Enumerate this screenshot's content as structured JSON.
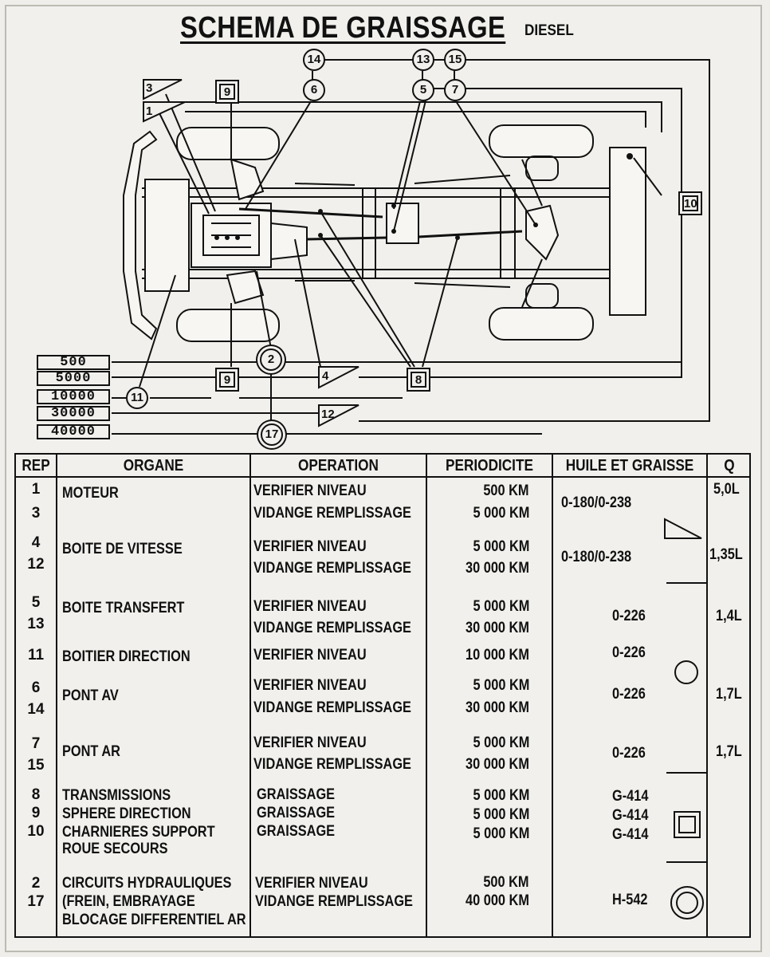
{
  "title": "SCHEMA DE GRAISSAGE",
  "subtitle": "DIESEL",
  "intervals": [
    "500",
    "5000",
    "10000",
    "30000",
    "40000"
  ],
  "callouts": {
    "c14": "14",
    "c13": "13",
    "c15": "15",
    "c6": "6",
    "c5": "5",
    "c7": "7",
    "c2": "2",
    "c11": "11",
    "c17": "17",
    "s9a": "9",
    "s9b": "9",
    "s10": "10",
    "s8": "8",
    "t3": "3",
    "t1": "1",
    "t4": "4",
    "t12": "12"
  },
  "table": {
    "headers": [
      "REP",
      "ORGANE",
      "OPERATION",
      "PERIODICITE",
      "HUILE ET GRAISSE",
      "Q"
    ],
    "rows": [
      {
        "rep": [
          "1",
          "3"
        ],
        "organe": [
          "MOTEUR"
        ],
        "ops": [
          "VERIFIER NIVEAU",
          "VIDANGE REMPLISSAGE"
        ],
        "per": [
          "500  KM",
          "5 000  KM"
        ],
        "huile": "0-180/0-238",
        "q": "5,0L"
      },
      {
        "rep": [
          "4",
          "12"
        ],
        "organe": [
          "BOITE DE VITESSE"
        ],
        "ops": [
          "VERIFIER NIVEAU",
          "VIDANGE REMPLISSAGE"
        ],
        "per": [
          "5 000  KM",
          "30 000  KM"
        ],
        "huile": "0-180/0-238",
        "q": "1,35L"
      },
      {
        "rep": [
          "5",
          "13"
        ],
        "organe": [
          "BOITE TRANSFERT"
        ],
        "ops": [
          "VERIFIER NIVEAU",
          "VIDANGE REMPLISSAGE"
        ],
        "per": [
          "5 000  KM",
          "30 000  KM"
        ],
        "huile": "0-226",
        "q": "1,4L"
      },
      {
        "rep": [
          "11"
        ],
        "organe": [
          "BOITIER DIRECTION"
        ],
        "ops": [
          "VERIFIER NIVEAU"
        ],
        "per": [
          "10 000  KM"
        ],
        "huile": "0-226",
        "q": ""
      },
      {
        "rep": [
          "6",
          "14"
        ],
        "organe": [
          "PONT AV"
        ],
        "ops": [
          "VERIFIER NIVEAU",
          "VIDANGE REMPLISSAGE"
        ],
        "per": [
          "5 000  KM",
          "30 000  KM"
        ],
        "huile": "0-226",
        "q": "1,7L"
      },
      {
        "rep": [
          "7",
          "15"
        ],
        "organe": [
          "PONT AR"
        ],
        "ops": [
          "VERIFIER NIVEAU",
          "VIDANGE REMPLISSAGE"
        ],
        "per": [
          "5 000  KM",
          "30 000  KM"
        ],
        "huile": "0-226",
        "q": "1,7L"
      },
      {
        "rep": [
          "8",
          "9",
          "10"
        ],
        "organe": [
          "TRANSMISSIONS",
          "SPHERE DIRECTION",
          "CHARNIERES SUPPORT",
          "ROUE SECOURS"
        ],
        "ops": [
          "GRAISSAGE",
          "GRAISSAGE",
          "GRAISSAGE"
        ],
        "per": [
          "5 000  KM",
          "5 000  KM",
          "5 000  KM"
        ],
        "huile": [
          "G-414",
          "G-414",
          "G-414"
        ],
        "q": ""
      },
      {
        "rep": [
          "2",
          "17"
        ],
        "organe": [
          "CIRCUITS HYDRAULIQUES",
          "(FREIN, EMBRAYAGE",
          "BLOCAGE DIFFERENTIEL AR"
        ],
        "ops": [
          "VERIFIER NIVEAU",
          "VIDANGE REMPLISSAGE"
        ],
        "per": [
          "500  KM",
          "40 000  KM"
        ],
        "huile": "H-542",
        "q": ""
      }
    ]
  }
}
